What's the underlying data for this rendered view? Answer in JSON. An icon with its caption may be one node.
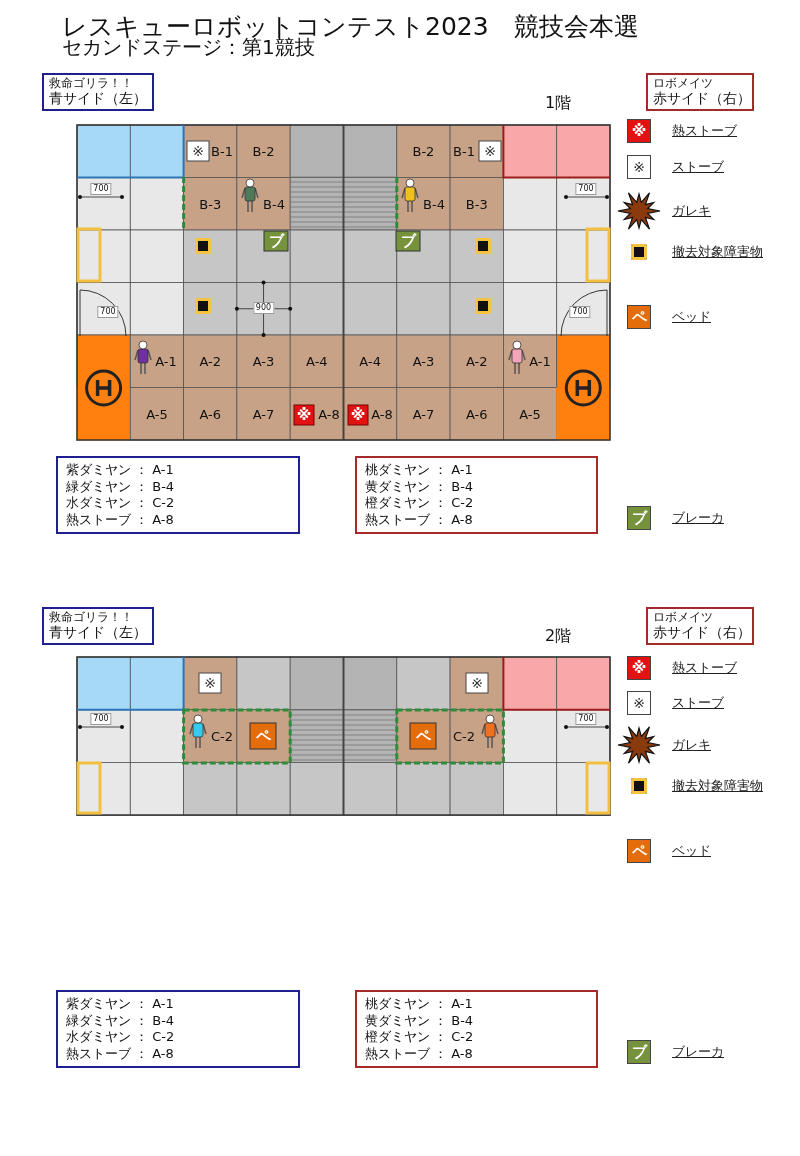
{
  "diagram": {
    "title": "レスキューロボットコンテスト2023　競技会本選",
    "nodes": [
      {
        "text": [
          "救命ゴリラ！！",
          "青サイド（左）"
        ]
      },
      {
        "text": [
          "ロボメイツ",
          "赤サイド（右）"
        ]
      },
      {
        "text": [
          "紫ダミヤン ： A-1",
          "緑ダミヤン ： B-4",
          "水ダミヤン ： C-2",
          "熱ストーブ ： A-8"
        ]
      },
      {
        "text": [
          "桃ダミヤン ： A-1",
          "黄ダミヤン ： B-4",
          "橙ダミヤン ： C-2",
          "熱ストーブ ： A-8"
        ]
      },
      {
        "text": [
          "救命ゴリラ！！",
          "青サイド（左）"
        ]
      },
      {
        "text": [
          "ロボメイツ",
          "赤サイド（右）"
        ]
      },
      {
        "text": [
          "紫ダミヤン ： A-1",
          "緑ダミヤン ： B-4",
          "水ダミヤン ： C-2",
          "熱ストーブ ： A-8"
        ]
      },
      {
        "text": [
          "桃ダミヤン ： A-1",
          "黄ダミヤン ： B-4",
          "橙ダミヤン ： C-2",
          "熱ストーブ ： A-8"
        ]
      }
    ],
    "labels": [
      "セカンドステージ：第1競技",
      "1階",
      "B-1",
      "B-2",
      "B-2",
      "B-1",
      "B-3",
      "B-4",
      "B-4",
      "B-3",
      "700",
      "700",
      "700",
      "900",
      "700",
      "A-1",
      "A-2",
      "A-3",
      "A-4",
      "A-4",
      "A-3",
      "A-2",
      "A-1",
      "A-5",
      "A-6",
      "A-7",
      "A-8",
      "A-8",
      "A-7",
      "A-6",
      "A-5",
      "※",
      "※",
      "ブ",
      "ブ",
      "※",
      "※",
      "※",
      "※",
      "ペ",
      "ブ",
      "2階",
      "700",
      "700",
      "C-2",
      "C-2",
      "※",
      "※",
      "ペ",
      "ペ",
      "※",
      "※",
      "ペ",
      "ブ"
    ],
    "legend": [
      {
        "text": "熱ストーブ",
        "color": "#e31212"
      },
      {
        "text": "ストーブ"
      },
      {
        "text": "ガレキ"
      },
      {
        "text": "撤去対象障害物"
      },
      {
        "text": "ベッド",
        "color": "#e46c0a"
      },
      {
        "text": "ブレーカ",
        "color": "#76923c"
      },
      {
        "text": "熱ストーブ",
        "color": "#e31212"
      },
      {
        "text": "ストーブ"
      },
      {
        "text": "ガレキ"
      },
      {
        "text": "撤去対象障害物"
      },
      {
        "text": "ベッド",
        "color": "#e46c0a"
      },
      {
        "text": "ブレーカ",
        "color": "#76923c"
      }
    ]
  }
}
